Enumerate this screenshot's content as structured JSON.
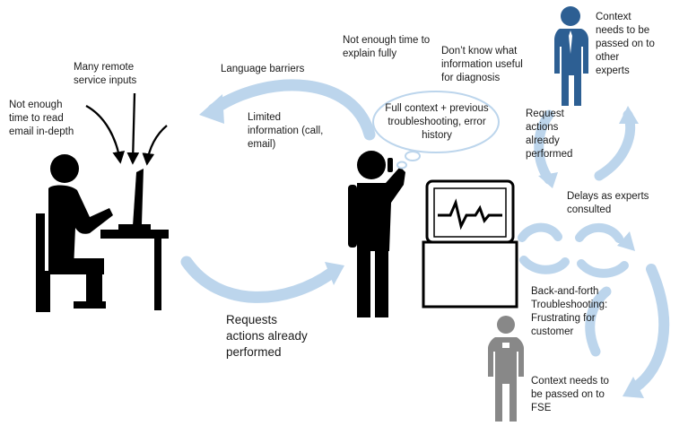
{
  "labels": {
    "not_enough_read": "Not enough\ntime to read\nemail in-depth",
    "many_remote": "Many remote\nservice inputs",
    "language_barriers": "Language barriers",
    "limited_info": "Limited\ninformation (call,\nemail)",
    "requests_actions_bottom": "Requests\nactions already\nperformed",
    "not_enough_explain": "Not enough time to\nexplain fully",
    "dont_know": "Don’t know what\ninformation useful\nfor diagnosis",
    "thought_bubble": "Full context + previous\ntroubleshooting, error\nhistory",
    "context_experts": "Context\nneeds to be\npassed on to\nother\nexperts",
    "requests_actions_right": "Request\nactions\nalready\nperformed",
    "delays": "Delays as experts\nconsulted",
    "back_and_forth": "Back-and-forth\nTroubleshooting:\nFrustrating for\ncustomer",
    "context_fse": "Context needs to\nbe passed on to\nFSE"
  },
  "colors": {
    "arrow": "#bcd5ec",
    "figure": "#000000",
    "expert": "#2d5f93",
    "fse": "#888888"
  },
  "icons": {
    "desk_worker": "person-at-computer-icon",
    "caller": "person-on-phone-icon",
    "machine": "monitor-machine-icon",
    "expert": "expert-businessman-icon",
    "fse": "field-service-engineer-icon"
  }
}
